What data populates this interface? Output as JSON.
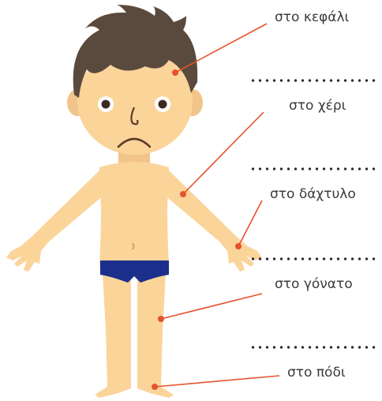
{
  "labels": {
    "head": "στο κεφάλι",
    "hand": "στο χέρι",
    "finger": "στο δάχτυλο",
    "knee": "στο γόνατο",
    "foot": "στο πόδι"
  },
  "colors": {
    "skin": "#fbd49a",
    "hair": "#5a4a3e",
    "shorts": "#1d2f8c",
    "pointer": "#e4532d",
    "text": "#3a3a3a",
    "dots": "#2b2b2b"
  }
}
